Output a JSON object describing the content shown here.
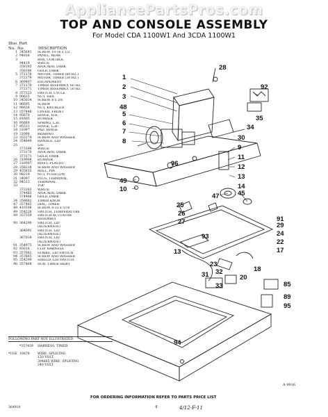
{
  "watermark": "AppliancePartsPros.com",
  "title": "TOP AND CONSOLE ASSEMBLY",
  "subtitle": "For Model CDA 1100W1 And 3CDA 1100W1",
  "parts_header": {
    "line1": "Illus. Part",
    "key": "No.",
    "part": "No.",
    "desc": "DESCRIPTION"
  },
  "parts": [
    {
      "k": "1",
      "p": "345641",
      "d": "SCREW, 10-16 x 1/2"
    },
    {
      "k": "2",
      "p": "94816",
      "d": "PANEL, REAR"
    },
    {
      "k": "3",
      "p": "",
      "d": "BOX, CONTROL"
    },
    {
      "k": "",
      "p": "94419",
      "d": "WHITE"
    },
    {
      "k": "",
      "p": "358185",
      "d": "AVOCADO, DARK"
    },
    {
      "k": "",
      "p": "358186",
      "d": "GOLD, DARK"
    },
    {
      "k": "5",
      "p": "372178",
      "d": "MOTOR, TIMER (60 HZ.)"
    },
    {
      "k": "",
      "p": "372179",
      "d": "MOTOR, TIMER (50 HZ.)"
    },
    {
      "k": "6",
      "p": "369407",
      "d": "ESCAPEMENT"
    },
    {
      "k": "7",
      "p": "372170",
      "d": "TIMER ASSEMBLY, 60 HZ."
    },
    {
      "k": "",
      "p": "372171",
      "d": "TIMER ASSEMBLY, 50 HZ."
    },
    {
      "k": "8",
      "p": "357323",
      "d": "SWITCH, CYCLE"
    },
    {
      "k": "9",
      "p": "90625",
      "d": "NUT, HEX"
    },
    {
      "k": "10",
      "p": "345034",
      "d": "SCREW, 8 x 3/8"
    },
    {
      "k": "11",
      "p": "96695",
      "d": "SCREW"
    },
    {
      "k": "12",
      "p": "98636",
      "d": "NUT, KNURLED"
    },
    {
      "k": "13",
      "p": "357448",
      "d": "COVER, FRONT"
    },
    {
      "k": "14",
      "p": "95670",
      "d": "HINGE, R.H."
    },
    {
      "k": "15",
      "p": "91605",
      "d": "BUMPER"
    },
    {
      "k": "16",
      "p": "95669",
      "d": "SPRING, L.H."
    },
    {
      "k": "17",
      "p": "95521",
      "d": "HINGE, L.H."
    },
    {
      "k": "18",
      "p": "31097",
      "d": "PAD, HINGE"
    },
    {
      "k": "19",
      "p": "31098",
      "d": "BEARING"
    },
    {
      "k": "23",
      "p": "355274",
      "d": "SCREW AND WASHER"
    },
    {
      "k": "24",
      "p": "354849",
      "d": "HANDLE, LID"
    },
    {
      "k": "25",
      "p": "",
      "d": "LID"
    },
    {
      "k": "",
      "p": "373166",
      "d": "WHITE"
    },
    {
      "k": "",
      "p": "373170",
      "d": "AVOCADO, DARK"
    },
    {
      "k": "",
      "p": "373171",
      "d": "GOLD, DARK"
    },
    {
      "k": "26",
      "p": "319908",
      "d": "BUMPER"
    },
    {
      "k": "27",
      "p": "316907",
      "d": "RIVET, PLASTIC"
    },
    {
      "k": "28",
      "p": "358218",
      "d": "SCREW AND WASHER"
    },
    {
      "k": "29",
      "p": "455815",
      "d": "ROLL, PIN"
    },
    {
      "k": "30",
      "p": "98219",
      "d": "NUT, PUSH (3/4)"
    },
    {
      "k": "31",
      "p": "34097",
      "d": "PLUG, TERMINAL"
    },
    {
      "k": "32",
      "p": "94513",
      "d": "TERMINAL"
    },
    {
      "k": "33",
      "p": "",
      "d": "TOP"
    },
    {
      "k": "",
      "p": "373183",
      "d": "WHITE"
    },
    {
      "k": "",
      "p": "374485",
      "d": "AVOCADO, DARK"
    },
    {
      "k": "",
      "p": "374486",
      "d": "GOLD, DARK"
    },
    {
      "k": "34",
      "p": "358682",
      "d": "TIMER KNOB"
    },
    {
      "k": "47",
      "p": "357465",
      "d": "DIAL, TIMER"
    },
    {
      "k": "48",
      "p": "410108",
      "d": "SCREW, 8-32 x 5/16"
    },
    {
      "k": "49",
      "p": "354226",
      "d": "SWITCH, TEMPERATURE"
    },
    {
      "k": "89",
      "p": "357359",
      "d": "SWITCH ACTUATOR"
    },
    {
      "k": "",
      "p": "",
      "d": "ASSEMBLY"
    },
    {
      "k": "90",
      "p": "364290",
      "d": "SWITCH, LID"
    },
    {
      "k": "",
      "p": "",
      "d": "(ALTERNATE)"
    },
    {
      "k": "",
      "p": "364091",
      "d": "SWITCH, LID"
    },
    {
      "k": "",
      "p": "",
      "d": "(ALTERNATE)"
    },
    {
      "k": "",
      "p": "367034",
      "d": "SWITCH, LID"
    },
    {
      "k": "",
      "p": "",
      "d": "(ALTERNATE)"
    },
    {
      "k": "91",
      "p": "354975",
      "d": "SCREW AND WASHER"
    },
    {
      "k": "92",
      "p": "93016",
      "d": "CLIP, HARNESS"
    },
    {
      "k": "93",
      "p": "357662",
      "d": "STRIKE, LID SWITCH"
    },
    {
      "k": "94",
      "p": "357665",
      "d": "SCREW AND WASHER"
    },
    {
      "k": "95",
      "p": "354299",
      "d": "SHIELD, LID SWITCH"
    },
    {
      "k": "96",
      "p": "357468",
      "d": "HUB, TIMER SKIRT"
    }
  ],
  "not_illustrated_heading": "FOLLOWING PART NOT ILLUSTRATED",
  "not_illustrated": [
    {
      "k": "",
      "p": "*357459",
      "d": "HARNESS, TIMER"
    }
  ],
  "use_note": {
    "k": "*USE",
    "p": "10878",
    "lines": [
      "WIRE, SPLICING",
      "120 VOLT",
      "394865 WIRE, SPLICING",
      "240 VOLT"
    ]
  },
  "figure_id": "A 9916",
  "order_note": "FOR ORDERING INFORMATION REFER TO PARTS PRICE LIST",
  "doc_number": "364918",
  "page_number": "4",
  "handwritten": "4/12-F-11",
  "callouts": [
    "28",
    "1",
    "2",
    "3",
    "92",
    "5",
    "6",
    "35",
    "34",
    "48",
    "7",
    "8",
    "30",
    "9",
    "11",
    "12",
    "13",
    "14",
    "96",
    "49",
    "10",
    "45",
    "47",
    "25",
    "29",
    "26",
    "27",
    "91",
    "24",
    "22",
    "93",
    "17",
    "13",
    "31",
    "23",
    "33",
    "20",
    "32",
    "18",
    "85",
    "89",
    "95",
    "94"
  ]
}
